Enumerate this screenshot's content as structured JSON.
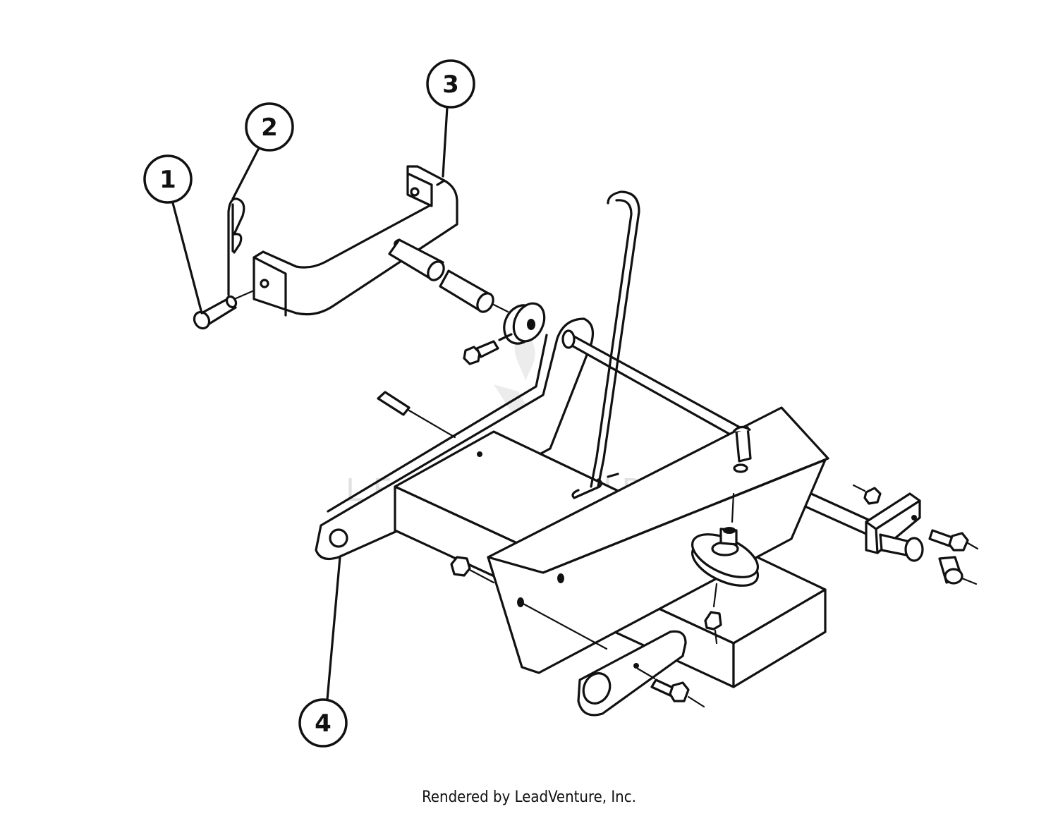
{
  "diagram": {
    "callouts": [
      {
        "label": "1"
      },
      {
        "label": "2"
      },
      {
        "label": "3"
      },
      {
        "label": "4"
      }
    ],
    "watermark_text": "LEADVENTURE",
    "colors": {
      "line": "#111111",
      "background": "#ffffff",
      "watermark": "#c8c8c8"
    }
  },
  "footer": {
    "credit": "Rendered by LeadVenture, Inc."
  }
}
